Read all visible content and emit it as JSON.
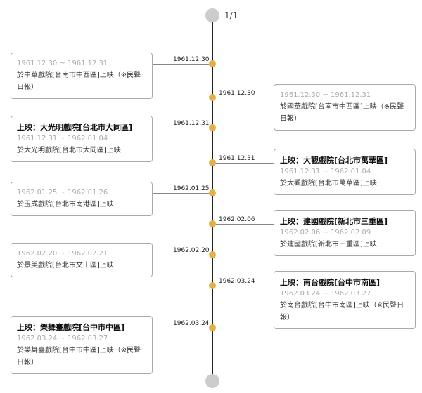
{
  "pager": "1/1",
  "colors": {
    "dot": "#e3b04b",
    "axis": "#222222",
    "end_circle": "#cccccc"
  },
  "events": [
    {
      "side": "left",
      "label": "1961.12.30",
      "title": "",
      "dates": "1961.12.30 ~ 1961.12.31",
      "desc": "於中華戲院[台南市中西區]上映（※民聲日報）"
    },
    {
      "side": "right",
      "label": "1961.12.30",
      "title": "",
      "dates": "1961.12.30 ~ 1961.12.31",
      "desc": "於國華戲院[台南市中西區]上映（※民聲日報）"
    },
    {
      "side": "left",
      "label": "1961.12.31",
      "title": "上映：大光明戲院[台北市大同區]",
      "dates": "1961.12.31 ~ 1962.01.04",
      "desc": "於大光明戲院[台北市大同區]上映"
    },
    {
      "side": "right",
      "label": "1961.12.31",
      "title": "上映：大觀戲院[台北市萬華區]",
      "dates": "1961.12.31 ~ 1962.01.04",
      "desc": "於大觀戲院[台北市萬華區]上映"
    },
    {
      "side": "left",
      "label": "1962.01.25",
      "title": "",
      "dates": "1962.01.25 ~ 1962.01.26",
      "desc": "於玉成戲院[台北市南港區]上映"
    },
    {
      "side": "right",
      "label": "1962.02.06",
      "title": "上映：建國戲院[新北市三重區]",
      "dates": "1962.02.06 ~ 1962.02.09",
      "desc": "於建國戲院[新北市三重區]上映"
    },
    {
      "side": "left",
      "label": "1962.02.20",
      "title": "",
      "dates": "1962.02.20 ~ 1962.02.21",
      "desc": "於景美戲院[台北市文山區]上映"
    },
    {
      "side": "right",
      "label": "1962.03.24",
      "title": "上映：南台戲院[台中市南區]",
      "dates": "1962.03.24 ~ 1962.03.27",
      "desc": "於南台戲院[台中市南區]上映（※民聲日報）"
    },
    {
      "side": "left",
      "label": "1962.03.24",
      "title": "上映：樂舞臺戲院[台中市中區]",
      "dates": "1962.03.24 ~ 1962.03.27",
      "desc": "於樂舞臺戲院[台中市中區]上映（※民聲日報）"
    }
  ]
}
